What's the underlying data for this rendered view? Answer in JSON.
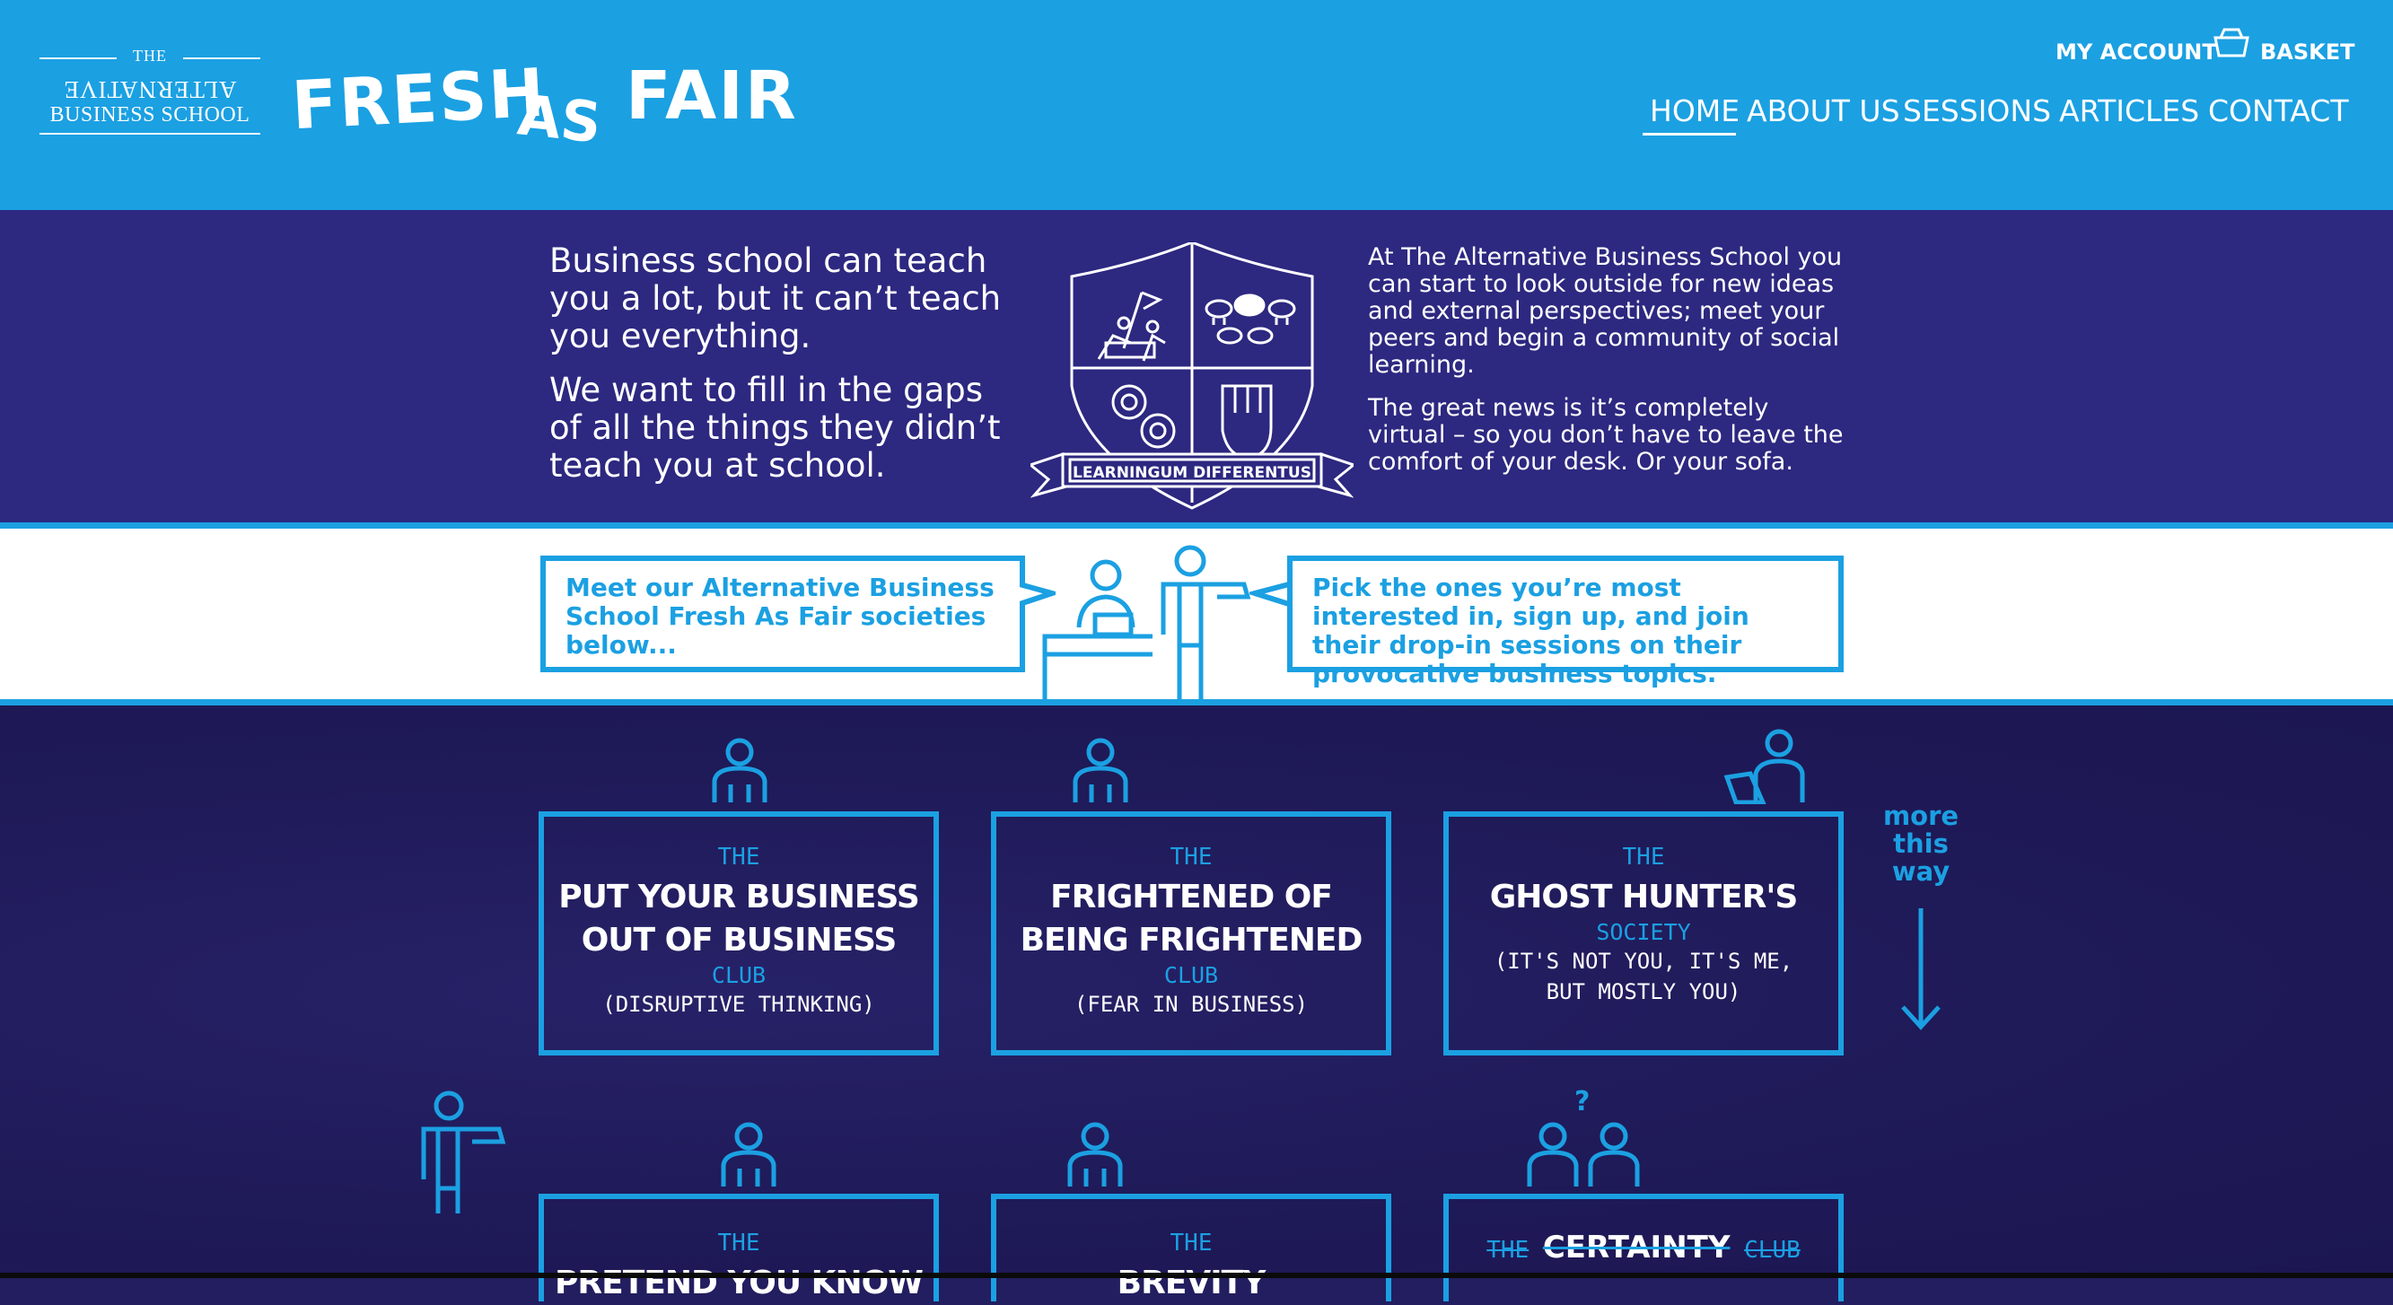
{
  "brand": {
    "abs_the": "THE",
    "abs_alternative": "ALTERNATIVE",
    "abs_business_school": "BUSINESS SCHOOL",
    "fresh": "FRESH",
    "as": "AS",
    "fair": "FAIR"
  },
  "topnav": {
    "my_account": "MY ACCOUNT",
    "basket": "BASKET"
  },
  "mainnav": {
    "items": [
      "HOME",
      "ABOUT US",
      "SESSIONS",
      "ARTICLES",
      "CONTACT"
    ],
    "active": "HOME"
  },
  "intro": {
    "left_p1": "Business school can teach you a lot, but it can’t teach you everything.",
    "left_p2": "We want to fill in the gaps of all the things they didn’t teach you at school.",
    "right_p1": "At The Alternative Business School you can start to look outside for new ideas and external perspectives; meet your peers and begin a community of social learning.",
    "right_p2": "The great news is it’s completely virtual – so you don’t have to leave the comfort of your desk. Or your sofa.",
    "crest_motto": "LEARNINGUM DIFFERENTUS"
  },
  "band": {
    "left_bubble": "Meet our Alternative Business School Fresh As Fair societies below...",
    "right_bubble": "Pick the ones you’re most interested in, sign up, and join their drop-in sessions on their provocative business topics."
  },
  "societies": {
    "cards": [
      {
        "the": "THE",
        "name_line1": "PUT YOUR BUSINESS",
        "name_line2": "OUT OF BUSINESS",
        "type": "CLUB",
        "sub_line1": "(DISRUPTIVE THINKING)",
        "sub_line2": ""
      },
      {
        "the": "THE",
        "name_line1": "FRIGHTENED OF",
        "name_line2": "BEING FRIGHTENED",
        "type": "CLUB",
        "sub_line1": "(FEAR IN BUSINESS)",
        "sub_line2": ""
      },
      {
        "the": "THE",
        "name_line1": "GHOST HUNTER'S",
        "name_line2": "",
        "type": "SOCIETY",
        "sub_line1": "(IT'S NOT YOU, IT'S ME,",
        "sub_line2": "BUT MOSTLY YOU)"
      }
    ],
    "row2": [
      {
        "the": "THE",
        "name_line1": "PRETEND YOU KNOW"
      },
      {
        "the": "THE",
        "name_line1": "BREVITY"
      },
      {
        "the": "THE",
        "name_line1": "CERTAINTY",
        "type": "CLUB"
      }
    ],
    "more_line1": "more",
    "more_line2": "this",
    "more_line3": "way",
    "question": "?"
  },
  "colors": {
    "header_blue": "#1ba0e2",
    "intro_purple": "#2d2880",
    "dark_navy": "#231e5f",
    "white": "#ffffff"
  }
}
